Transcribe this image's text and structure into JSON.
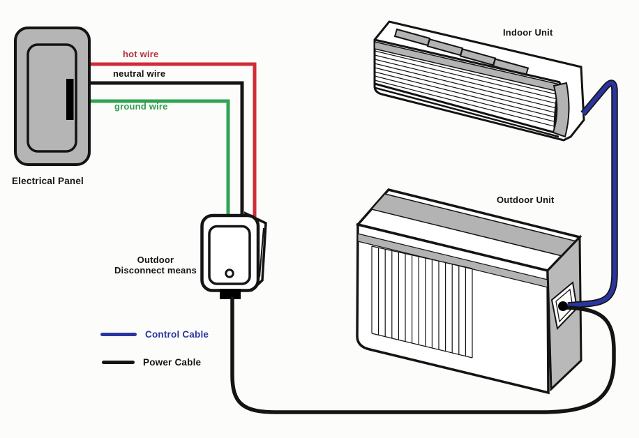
{
  "diagram": {
    "panel_label": "Electrical Panel",
    "wires": {
      "hot": "hot wire",
      "neutral": "neutral wire",
      "ground": "ground wire"
    },
    "disconnect": {
      "label_line1": "Outdoor",
      "label_line2": "Disconnect means"
    },
    "indoor_unit_label": "Indoor Unit",
    "outdoor_unit_label": "Outdoor Unit"
  },
  "legend": {
    "items": [
      {
        "label": "Control Cable",
        "color": "#2b35a0"
      },
      {
        "label": "Power Cable",
        "color": "#141414"
      }
    ]
  },
  "colors": {
    "background": "#fcfcfa",
    "ink": "#141414",
    "panel_fill": "#b5b5b5",
    "unit_gray": "#b3b3b3",
    "side_gray": "#b9b9b9",
    "hot_wire": "#d02c38",
    "hot_wire_text": "#b5323e",
    "neutral_wire": "#141414",
    "ground_wire": "#2fa552",
    "ground_wire_text": "#2f9e4f",
    "control_cable": "#2b35a0",
    "control_cable_text": "#2b3a9c",
    "power_cable": "#141414"
  }
}
